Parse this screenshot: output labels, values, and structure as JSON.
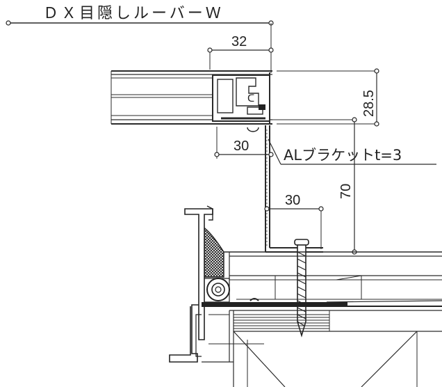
{
  "title": "ＤＸ目隠しルーバーＷ",
  "dimensions": {
    "top_width": "32",
    "louver_height": "28.5",
    "left_offset": "30",
    "bracket_height": "70",
    "bottom_offset": "30"
  },
  "bracket_label": "ALブラケットt=3"
}
